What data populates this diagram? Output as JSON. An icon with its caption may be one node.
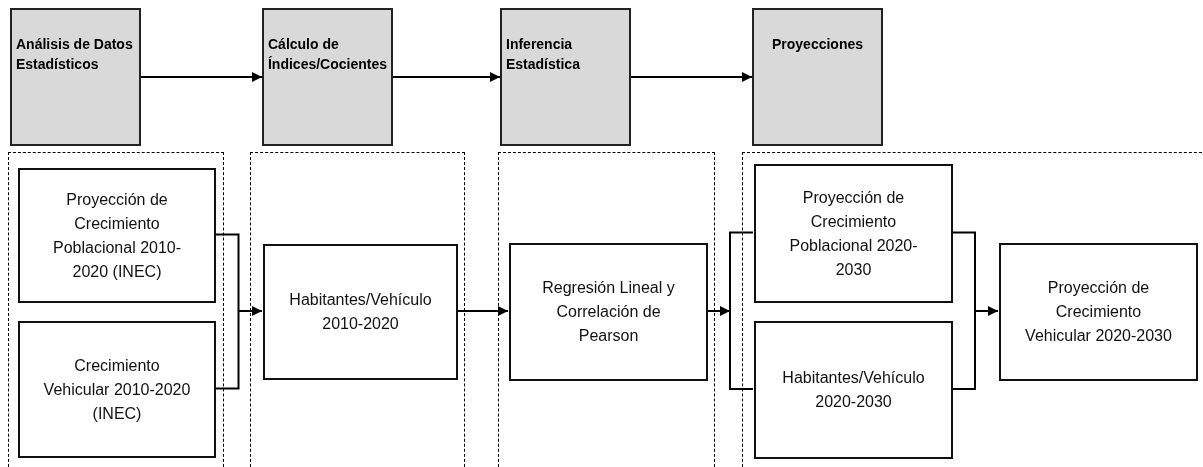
{
  "diagram": {
    "nodes": [
      {
        "text": [
          "Análisis de Datos Estadísticos"
        ]
      },
      {
        "text": [
          "Cálculo de Índices/Cocientes"
        ]
      },
      {
        "text": [
          "Inferencia Estadística"
        ]
      },
      {
        "text": [
          "Proyecciones"
        ]
      },
      {
        "text": [],
        "shape": "box"
      },
      {
        "text": [
          "Proyección de Crecimiento Poblacional 2010-2020 (INEC)"
        ],
        "in": 4
      },
      {
        "text": [
          "Crecimiento Vehicular 2010-2020 (INEC)"
        ],
        "in": 4
      },
      {
        "text": [],
        "shape": "box"
      },
      {
        "text": [
          "Habitantes/Vehículo 2010-2020"
        ],
        "in": 7
      },
      {
        "text": [],
        "shape": "box"
      },
      {
        "text": [
          "Regresión Lineal y Correlación de Pearson"
        ],
        "in": 9
      },
      {
        "text": [],
        "shape": "box"
      },
      {
        "text": [
          "Proyección de Crecimiento Poblacional 2020-2030"
        ],
        "in": 11
      },
      {
        "text": [
          "Habitantes/Vehículo 2020-2030"
        ],
        "in": 11
      },
      {
        "text": [
          "Proyección de Crecimiento Vehicular 2020-2030"
        ],
        "in": 11
      }
    ],
    "edges": [
      {
        "from": 0,
        "to": 1,
        "arrow": "to"
      },
      {
        "from": 1,
        "to": 2,
        "arrow": "to"
      },
      {
        "from": 2,
        "to": 3,
        "arrow": "to"
      },
      {
        "from": 5,
        "to": 8,
        "arrow": "to"
      },
      {
        "from": 6,
        "to": 8,
        "arrow": "to"
      },
      {
        "from": 8,
        "to": 10,
        "arrow": "to"
      },
      {
        "from": 10,
        "to": null,
        "arrow": "to"
      },
      {
        "from": 10,
        "to": 12,
        "arrow": "none"
      },
      {
        "from": 10,
        "to": 13,
        "arrow": "none"
      },
      {
        "from": 12,
        "to": 14,
        "arrow": "to"
      },
      {
        "from": 13,
        "to": 14,
        "arrow": "to"
      }
    ]
  }
}
